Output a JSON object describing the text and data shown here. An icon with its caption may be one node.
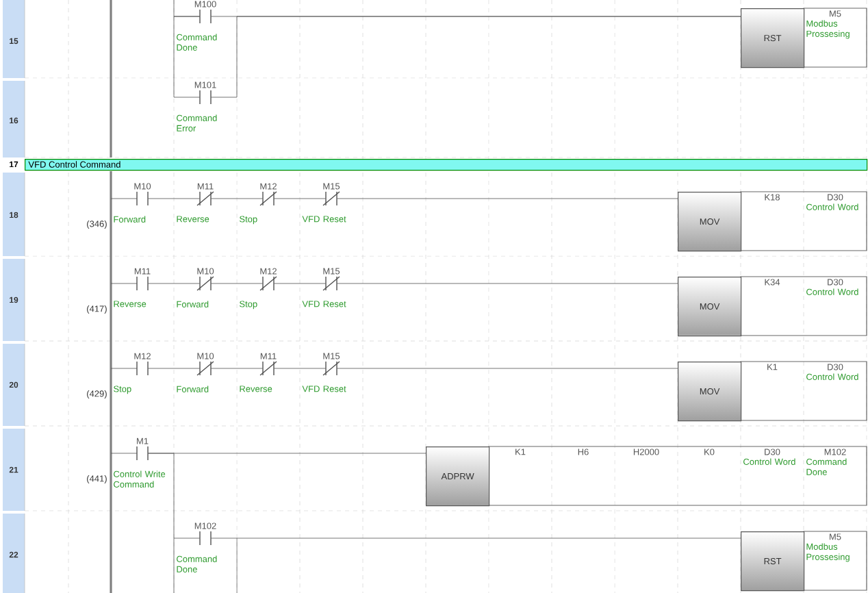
{
  "diagram": {
    "nodes": [
      {
        "text": [
          "M100",
          "Command Done"
        ]
      },
      {
        "text": [
          "RST",
          "M5",
          "Modbus Prossesing"
        ]
      },
      {
        "text": [
          "M101",
          "Command Error"
        ]
      },
      {
        "text": [
          "VFD Control Command"
        ]
      },
      {
        "text": [
          "M10",
          "Forward"
        ]
      },
      {
        "text": [
          "M11",
          "Reverse"
        ]
      },
      {
        "text": [
          "M12",
          "Stop"
        ]
      },
      {
        "text": [
          "M15",
          "VFD Reset"
        ]
      },
      {
        "text": [
          "MOV",
          "K18",
          "D30",
          "Control Word"
        ]
      },
      {
        "text": [
          "M11",
          "Reverse"
        ]
      },
      {
        "text": [
          "M10",
          "Forward"
        ]
      },
      {
        "text": [
          "M12",
          "Stop"
        ]
      },
      {
        "text": [
          "M15",
          "VFD Reset"
        ]
      },
      {
        "text": [
          "MOV",
          "K34",
          "D30",
          "Control Word"
        ]
      },
      {
        "text": [
          "M12",
          "Stop"
        ]
      },
      {
        "text": [
          "M10",
          "Forward"
        ]
      },
      {
        "text": [
          "M11",
          "Reverse"
        ]
      },
      {
        "text": [
          "M15",
          "VFD Reset"
        ]
      },
      {
        "text": [
          "MOV",
          "K1",
          "D30",
          "Control Word"
        ]
      },
      {
        "text": [
          "M1",
          "Control Write Command"
        ]
      },
      {
        "text": [
          "ADPRW",
          "K1",
          "H6",
          "H2000",
          "K0",
          "D30",
          "Control Word",
          "M102",
          "Command Done"
        ]
      },
      {
        "text": [
          "M102",
          "Command Done"
        ]
      },
      {
        "text": [
          "RST",
          "M5",
          "Modbus Prossesing"
        ]
      }
    ],
    "edges": [
      {
        "from": 0,
        "to": 1,
        "arrow": "none"
      },
      {
        "from": 2,
        "to": 1,
        "arrow": "none"
      },
      {
        "from": 4,
        "to": 5,
        "arrow": "none"
      },
      {
        "from": 5,
        "to": 6,
        "arrow": "none"
      },
      {
        "from": 6,
        "to": 7,
        "arrow": "none"
      },
      {
        "from": 7,
        "to": 8,
        "arrow": "none"
      },
      {
        "from": 9,
        "to": 10,
        "arrow": "none"
      },
      {
        "from": 10,
        "to": 11,
        "arrow": "none"
      },
      {
        "from": 11,
        "to": 12,
        "arrow": "none"
      },
      {
        "from": 12,
        "to": 13,
        "arrow": "none"
      },
      {
        "from": 14,
        "to": 15,
        "arrow": "none"
      },
      {
        "from": 15,
        "to": 16,
        "arrow": "none"
      },
      {
        "from": 16,
        "to": 17,
        "arrow": "none"
      },
      {
        "from": 17,
        "to": 18,
        "arrow": "none"
      },
      {
        "from": 19,
        "to": 20,
        "arrow": "none"
      },
      {
        "from": 19,
        "to": 21,
        "arrow": "none"
      },
      {
        "from": 21,
        "to": 22,
        "arrow": "none"
      },
      {
        "from": 0,
        "to": 2,
        "arrow": "none"
      }
    ],
    "labels": [
      "15",
      "16",
      "17",
      "18",
      "(346)",
      "19",
      "(417)",
      "20",
      "(429)",
      "21",
      "(441)",
      "22"
    ]
  }
}
